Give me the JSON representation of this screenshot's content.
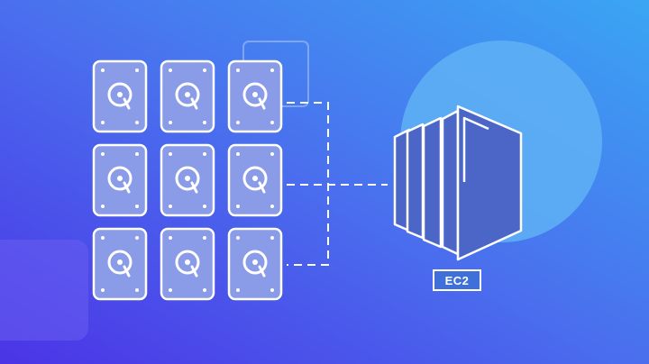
{
  "diagram": {
    "server": {
      "label": "EC2",
      "icon": "ec2-server-stack-icon"
    },
    "volumes": {
      "icon": "hard-drive-icon",
      "rows": 3,
      "cols": 3,
      "count": 9
    },
    "connections": {
      "style": "dashed",
      "count": 3
    }
  },
  "colors": {
    "background_start": "#4a3ee8",
    "background_end": "#3aa0f2",
    "disk_fill": "#8a9be8",
    "server_fill": "#4c66c8",
    "line": "#ffffff"
  }
}
